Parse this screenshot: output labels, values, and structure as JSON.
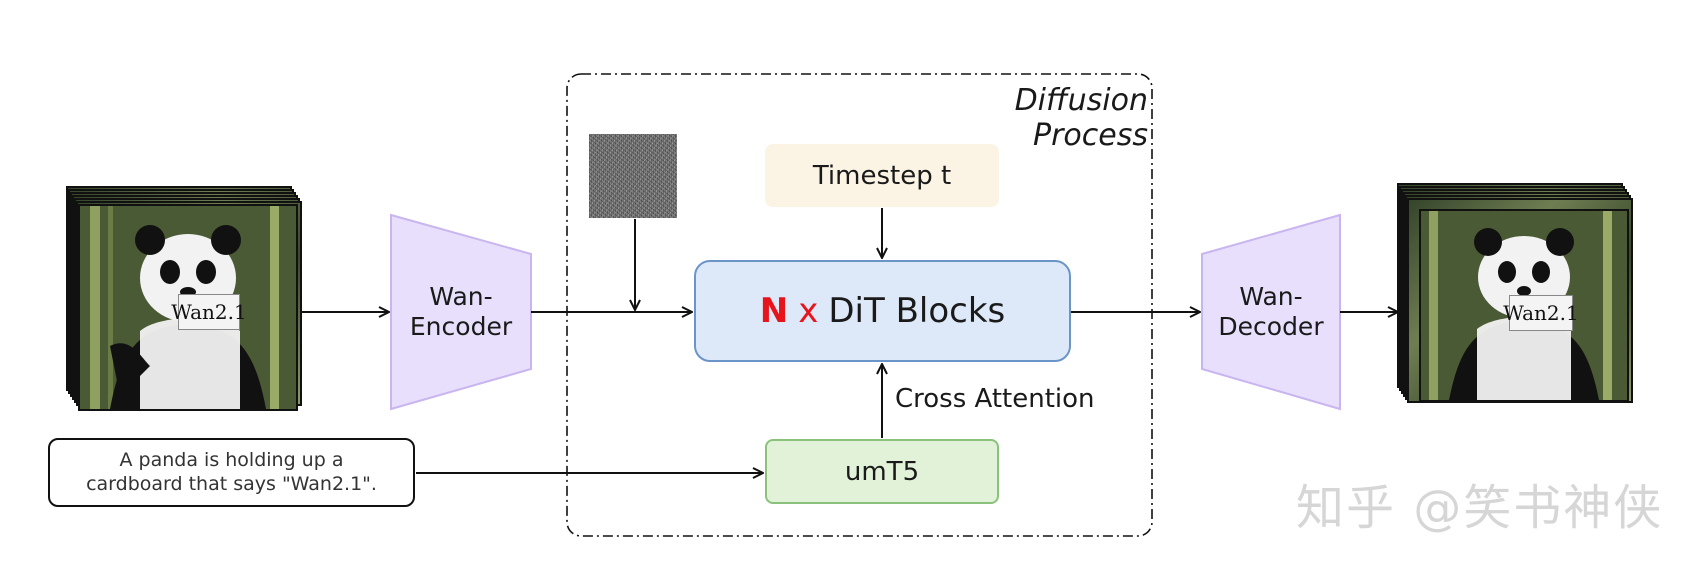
{
  "diagram": {
    "process_title": "Diffusion Process",
    "timestep_label": "Timestep t",
    "dit_n": "N",
    "dit_x": "x",
    "dit_label": "DiT Blocks",
    "umt5_label": "umT5",
    "cross_attention_label": "Cross Attention",
    "encoder_label": "Wan-\nEncoder",
    "decoder_label": "Wan-\nDecoder",
    "prompt_text": "A panda is holding up a\ncardboard that says \"Wan2.1\".",
    "sign_text_input": "Wan2.1",
    "sign_text_output": "Wan2.1"
  },
  "watermark": {
    "text": "知乎 @笑书神侠"
  },
  "colors": {
    "accent_red": "#e8141b",
    "trapezoid_fill": "#e7dffb",
    "trapezoid_stroke": "#c9b5ef",
    "dit_fill": "#dde9f8",
    "dit_stroke": "#6b95c9",
    "timestep_fill": "#fbf4e4",
    "umt5_fill": "#e1f2d9",
    "umt5_stroke": "#8bc27b"
  }
}
